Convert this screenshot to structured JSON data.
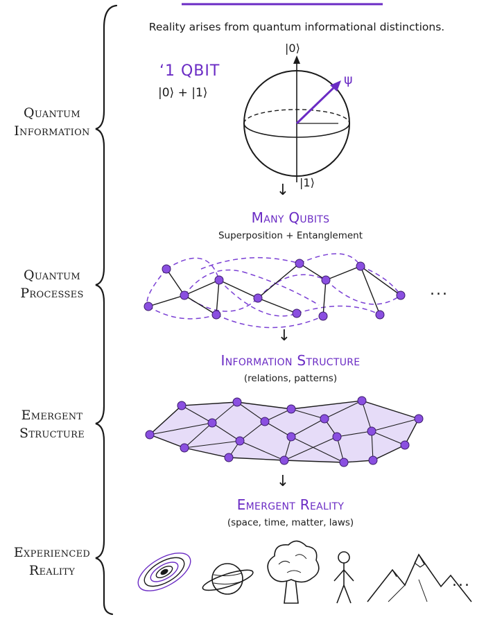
{
  "page": {
    "intro": "Reality arises from quantum informational distinctions."
  },
  "sidebar": {
    "levels": [
      {
        "line1": "Quantum",
        "line2": "Information"
      },
      {
        "line1": "Quantum",
        "line2": "Processes"
      },
      {
        "line1": "Emergent",
        "line2": "Structure"
      },
      {
        "line1": "Experienced",
        "line2": "Reality"
      }
    ]
  },
  "qubit": {
    "title": "‘1 QBIT",
    "state": "|0⟩ + |1⟩",
    "top_label": "|0⟩",
    "bottom_label": "|1⟩",
    "psi_label": "ψ"
  },
  "many_qubits": {
    "title": "Many Qubits",
    "subtitle": "Superposition + Entanglement",
    "ellipsis": "..."
  },
  "info_structure": {
    "title": "Information Structure",
    "subtitle": "(relations, patterns)"
  },
  "emergent_reality": {
    "title": "Emergent Reality",
    "subtitle": "(space, time, matter, laws)",
    "ellipsis": "..."
  },
  "icons": [
    "galaxy-icon",
    "planet-icon",
    "tree-icon",
    "person-icon",
    "mountains-icon"
  ],
  "colors": {
    "accent": "#6a2bc4",
    "node": "#8a4fe0",
    "mesh_fill": "#e6dcf8",
    "ink": "#1a1a1a"
  }
}
